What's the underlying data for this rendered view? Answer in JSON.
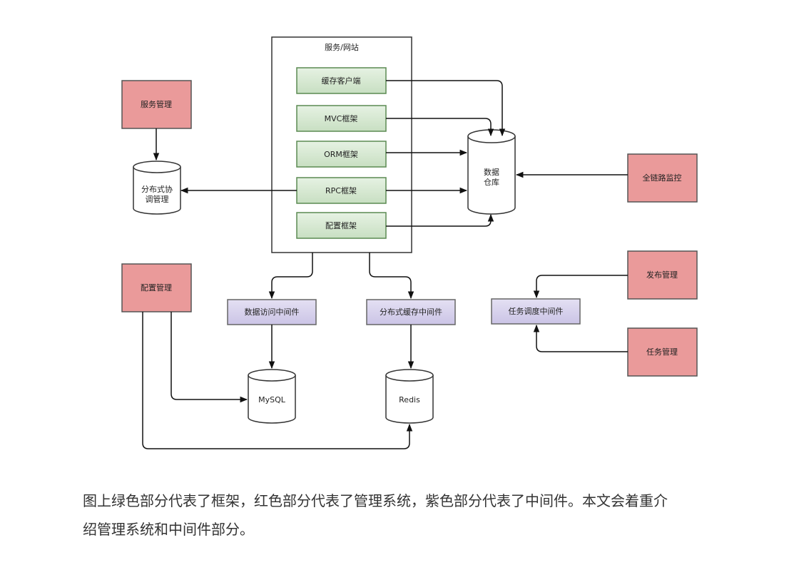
{
  "diagram": {
    "service_box": "服务/网站",
    "frameworks": [
      "缓存客户端",
      "MVC框架",
      "ORM框架",
      "RPC框架",
      "配置框架"
    ],
    "management": {
      "service": "服务管理",
      "config": "配置管理",
      "tracing": "全链路监控",
      "release": "发布管理",
      "task": "任务管理"
    },
    "middleware": {
      "data_access": "数据访问中间件",
      "dist_cache": "分布式缓存中间件",
      "task_sched": "任务调度中间件"
    },
    "stores": {
      "coordination": [
        "分布式协",
        "调管理"
      ],
      "warehouse": [
        "数据",
        "仓库"
      ],
      "mysql": "MySQL",
      "redis": "Redis"
    },
    "colors": {
      "green_fill": "#d5e8d4",
      "green_stroke": "#82b366",
      "red_fill": "#ea9a9a",
      "red_stroke": "#b85450",
      "purple_fill": "#d7d2ec",
      "purple_stroke": "#7e6fb0"
    }
  },
  "caption": {
    "line1": "图上绿色部分代表了框架，红色部分代表了管理系统，紫色部分代表了中间件。本文会着重介",
    "line2": "绍管理系统和中间件部分。"
  }
}
